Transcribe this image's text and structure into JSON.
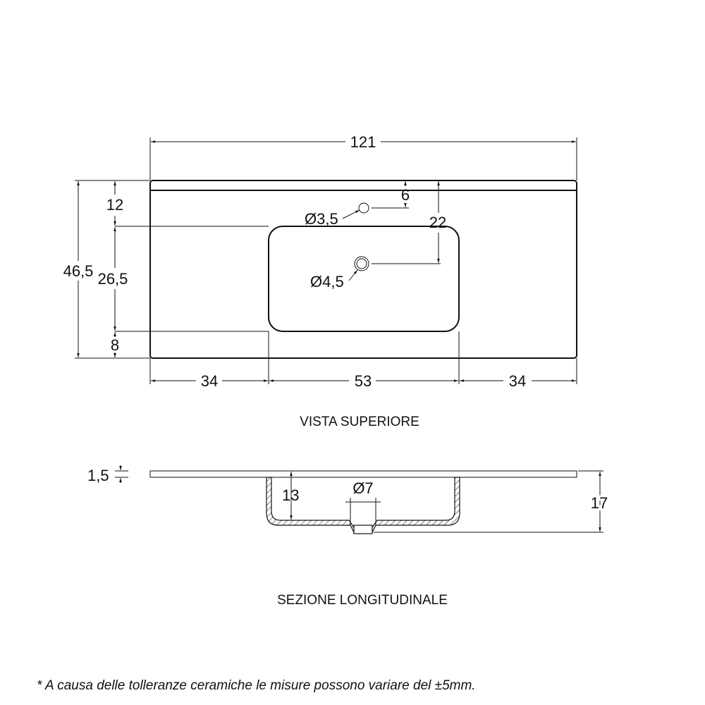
{
  "top_view": {
    "caption": "VISTA SUPERIORE",
    "dims": {
      "total_width": "121",
      "total_depth": "46,5",
      "back_margin": "12",
      "basin_depth": "26,5",
      "front_margin": "8",
      "left_margin": "34",
      "basin_width": "53",
      "right_margin": "34",
      "tap_offset": "6",
      "drain_offset": "22",
      "tap_hole": "Ø3,5",
      "drain_hole": "Ø4,5"
    }
  },
  "section": {
    "caption": "SEZIONE LONGITUDINALE",
    "dims": {
      "slab_thickness": "1,5",
      "basin_height": "13",
      "drain_diameter": "Ø7",
      "total_height": "17"
    }
  },
  "footnote": "* A causa delle tolleranze ceramiche le misure possono variare del ±5mm."
}
